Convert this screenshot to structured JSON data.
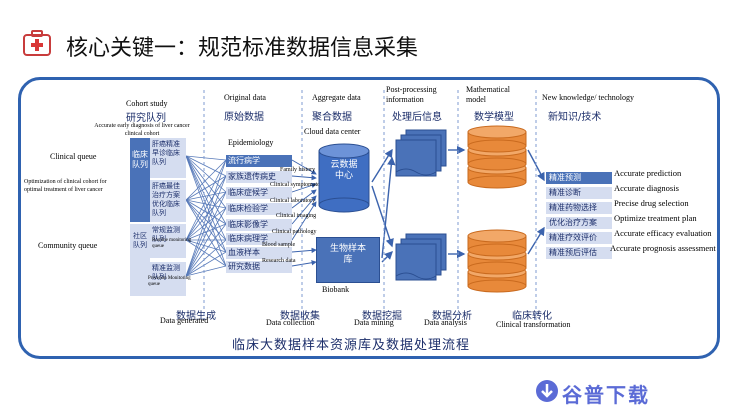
{
  "title": "核心关键一：规范标准数据信息采集",
  "columns": {
    "cohort": {
      "en": "Cohort study",
      "cn": "研究队列"
    },
    "original": {
      "en": "Original data",
      "cn": "原始数据"
    },
    "aggregate": {
      "en": "Aggregate data",
      "cn": "聚合数据"
    },
    "post": {
      "en": "Post-processing information",
      "cn": "处理后信息"
    },
    "math": {
      "en": "Mathematical model",
      "cn": "数学模型"
    },
    "knowledge": {
      "en": "New knowledge/ technology",
      "cn": "新知识/技术"
    }
  },
  "left_labels": {
    "early": "Accurate early diagnosis of liver cancer clinical cohort",
    "clinical_queue": "Clinical queue",
    "optimization": "Optimization of clinical cohort for optimal treatment of liver cancer",
    "community_queue": "Community queue"
  },
  "clinical_cohort": {
    "side": "临床队列",
    "box1": "肝癌精准早诊临床队列",
    "box2": "肝癌最佳治疗方案优化临床队列"
  },
  "community_cohort": {
    "side": "社区队列",
    "box1": "常规监测队列",
    "box1_en": "Routine monitoring queue",
    "box2": "精准监测队列",
    "box2_en": "Precision Monitoring queue"
  },
  "original_items": [
    {
      "cn": "流行病学",
      "en": "Epidemiology"
    },
    {
      "cn": "家族遗传病史",
      "en": "Family history"
    },
    {
      "cn": "临床症候学",
      "en": "Clinical symptomatology"
    },
    {
      "cn": "临床检验学",
      "en": "Clinical laboratory"
    },
    {
      "cn": "临床影像学",
      "en": "Clinical imaging"
    },
    {
      "cn": "临床病理学",
      "en": "Clinical pathology"
    },
    {
      "cn": "血液样本",
      "en": "Blood sample"
    },
    {
      "cn": "研究数据",
      "en": "Research data"
    }
  ],
  "aggregate": {
    "cloud_en": "Cloud data center",
    "cloud_cn": "云数据中心",
    "biobank_cn": "生物样本库",
    "biobank_en": "Biobank"
  },
  "knowledge_items": [
    {
      "cn": "精准预测",
      "en": "Accurate prediction"
    },
    {
      "cn": "精准诊断",
      "en": "Accurate diagnosis"
    },
    {
      "cn": "精准药物选择",
      "en": "Precise drug selection"
    },
    {
      "cn": "优化治疗方案",
      "en": "Optimize treatment plan"
    },
    {
      "cn": "精准疗效评价",
      "en": "Accurate efficacy evaluation"
    },
    {
      "cn": "精准预后评估",
      "en": "Accurate prognosis assessment"
    }
  ],
  "stages": [
    {
      "cn": "数据生成",
      "en": "Data generated"
    },
    {
      "cn": "数据收集",
      "en": "Data collection"
    },
    {
      "cn": "数据挖掘",
      "en": "Data mining"
    },
    {
      "cn": "数据分析",
      "en": "Data analysis"
    },
    {
      "cn": "临床转化",
      "en": "Clinical transformation"
    }
  ],
  "footer": "临床大数据样本资源库及数据处理流程",
  "watermark": "谷普下载",
  "colors": {
    "frame": "#2f62b0",
    "accent_box": "#4a72b8",
    "light_box": "#d5ddf0",
    "cylinder": "#e8893a",
    "cylinder_dark": "#c96a1e"
  }
}
